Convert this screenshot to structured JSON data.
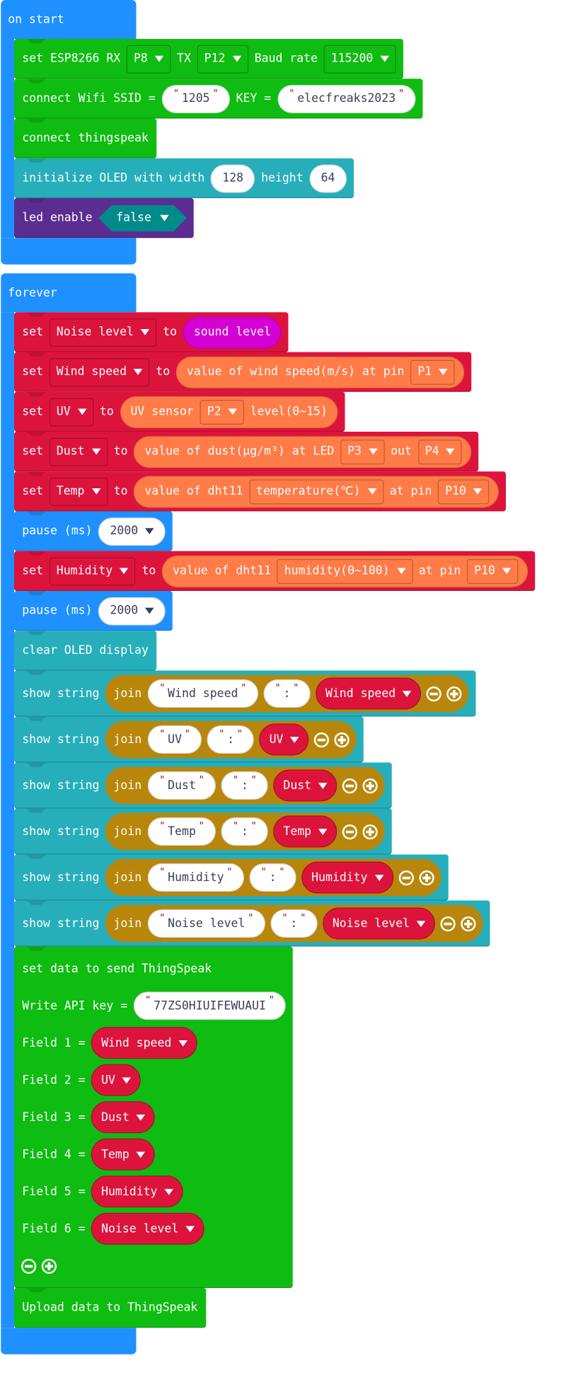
{
  "colors": {
    "event": "#1e90ff",
    "green": "#0fbc11",
    "oled": "#26aebb",
    "purple": "#5c2d91",
    "variables": "#dc143c",
    "sensor": "#ff7b47",
    "sound": "#d400d4",
    "join": "#b8860b",
    "pause": "#1e90ff"
  },
  "scripts": [
    {
      "label": "on start",
      "blocks": [
        {
          "c": "green",
          "rows": [
            [
              {
                "t": "text",
                "v": "set ESP8266 RX"
              },
              {
                "t": "dd",
                "v": "P8"
              },
              {
                "t": "text",
                "v": "TX"
              },
              {
                "t": "dd",
                "v": "P12"
              },
              {
                "t": "text",
                "v": "Baud rate"
              },
              {
                "t": "dd",
                "v": "115200"
              }
            ]
          ]
        },
        {
          "c": "green",
          "rows": [
            [
              {
                "t": "text",
                "v": "connect Wifi SSID ="
              },
              {
                "t": "str",
                "v": "1205"
              },
              {
                "t": "text",
                "v": "KEY ="
              },
              {
                "t": "str",
                "v": "elecfreaks2023"
              }
            ]
          ]
        },
        {
          "c": "green",
          "rows": [
            [
              {
                "t": "text",
                "v": "connect thingspeak"
              }
            ]
          ]
        },
        {
          "c": "oled",
          "rows": [
            [
              {
                "t": "text",
                "v": "initialize OLED with width"
              },
              {
                "t": "num",
                "v": "128"
              },
              {
                "t": "text",
                "v": "height"
              },
              {
                "t": "num",
                "v": "64"
              }
            ]
          ]
        },
        {
          "c": "purple",
          "rows": [
            [
              {
                "t": "text",
                "v": "led enable"
              },
              {
                "t": "hex",
                "v": "false"
              }
            ]
          ]
        }
      ]
    },
    {
      "label": "forever",
      "blocks": [
        {
          "c": "variables",
          "rows": [
            [
              {
                "t": "text",
                "v": "set"
              },
              {
                "t": "dd",
                "v": "Noise level"
              },
              {
                "t": "text",
                "v": "to"
              },
              {
                "t": "rep",
                "c": "sound",
                "parts": [
                  {
                    "t": "text",
                    "v": "sound level"
                  }
                ]
              }
            ]
          ]
        },
        {
          "c": "variables",
          "rows": [
            [
              {
                "t": "text",
                "v": "set"
              },
              {
                "t": "dd",
                "v": "Wind speed"
              },
              {
                "t": "text",
                "v": "to"
              },
              {
                "t": "rep",
                "c": "sensor",
                "parts": [
                  {
                    "t": "text",
                    "v": "value of wind speed(m/s) at pin"
                  },
                  {
                    "t": "dd",
                    "v": "P1"
                  }
                ]
              }
            ]
          ]
        },
        {
          "c": "variables",
          "rows": [
            [
              {
                "t": "text",
                "v": "set"
              },
              {
                "t": "dd",
                "v": "UV"
              },
              {
                "t": "text",
                "v": "to"
              },
              {
                "t": "rep",
                "c": "sensor",
                "parts": [
                  {
                    "t": "text",
                    "v": "UV sensor"
                  },
                  {
                    "t": "dd",
                    "v": "P2"
                  },
                  {
                    "t": "text",
                    "v": "level(0~15)"
                  }
                ]
              }
            ]
          ]
        },
        {
          "c": "variables",
          "rows": [
            [
              {
                "t": "text",
                "v": "set"
              },
              {
                "t": "dd",
                "v": "Dust"
              },
              {
                "t": "text",
                "v": "to"
              },
              {
                "t": "rep",
                "c": "sensor",
                "parts": [
                  {
                    "t": "text",
                    "v": "value of dust(µg/m³) at LED"
                  },
                  {
                    "t": "dd",
                    "v": "P3"
                  },
                  {
                    "t": "text",
                    "v": "out"
                  },
                  {
                    "t": "dd",
                    "v": "P4"
                  }
                ]
              }
            ]
          ]
        },
        {
          "c": "variables",
          "rows": [
            [
              {
                "t": "text",
                "v": "set"
              },
              {
                "t": "dd",
                "v": "Temp"
              },
              {
                "t": "text",
                "v": "to"
              },
              {
                "t": "rep",
                "c": "sensor",
                "parts": [
                  {
                    "t": "text",
                    "v": "value of dht11"
                  },
                  {
                    "t": "dd",
                    "v": "temperature(℃)"
                  },
                  {
                    "t": "text",
                    "v": "at pin"
                  },
                  {
                    "t": "dd",
                    "v": "P10"
                  }
                ]
              }
            ]
          ]
        },
        {
          "c": "pause",
          "rows": [
            [
              {
                "t": "text",
                "v": "pause (ms)"
              },
              {
                "t": "numdd",
                "v": "2000"
              }
            ]
          ]
        },
        {
          "c": "variables",
          "rows": [
            [
              {
                "t": "text",
                "v": "set"
              },
              {
                "t": "dd",
                "v": "Humidity"
              },
              {
                "t": "text",
                "v": "to"
              },
              {
                "t": "rep",
                "c": "sensor",
                "parts": [
                  {
                    "t": "text",
                    "v": "value of dht11"
                  },
                  {
                    "t": "dd",
                    "v": "humidity(0~100)"
                  },
                  {
                    "t": "text",
                    "v": "at pin"
                  },
                  {
                    "t": "dd",
                    "v": "P10"
                  }
                ]
              }
            ]
          ]
        },
        {
          "c": "pause",
          "rows": [
            [
              {
                "t": "text",
                "v": "pause (ms)"
              },
              {
                "t": "numdd",
                "v": "2000"
              }
            ]
          ]
        },
        {
          "c": "oled",
          "rows": [
            [
              {
                "t": "text",
                "v": "clear OLED display"
              }
            ]
          ]
        },
        {
          "c": "oled",
          "rows": [
            [
              {
                "t": "text",
                "v": "show string"
              },
              {
                "t": "join",
                "parts": [
                  {
                    "t": "text",
                    "v": "join"
                  },
                  {
                    "t": "str",
                    "v": "Wind speed"
                  },
                  {
                    "t": "str",
                    "v": ":"
                  },
                  {
                    "t": "var",
                    "v": "Wind speed"
                  },
                  {
                    "t": "minus"
                  },
                  {
                    "t": "plus"
                  }
                ]
              }
            ]
          ]
        },
        {
          "c": "oled",
          "rows": [
            [
              {
                "t": "text",
                "v": "show string"
              },
              {
                "t": "join",
                "parts": [
                  {
                    "t": "text",
                    "v": "join"
                  },
                  {
                    "t": "str",
                    "v": "UV"
                  },
                  {
                    "t": "str",
                    "v": ":"
                  },
                  {
                    "t": "var",
                    "v": "UV"
                  },
                  {
                    "t": "minus"
                  },
                  {
                    "t": "plus"
                  }
                ]
              }
            ]
          ]
        },
        {
          "c": "oled",
          "rows": [
            [
              {
                "t": "text",
                "v": "show string"
              },
              {
                "t": "join",
                "parts": [
                  {
                    "t": "text",
                    "v": "join"
                  },
                  {
                    "t": "str",
                    "v": "Dust"
                  },
                  {
                    "t": "str",
                    "v": ":"
                  },
                  {
                    "t": "var",
                    "v": "Dust"
                  },
                  {
                    "t": "minus"
                  },
                  {
                    "t": "plus"
                  }
                ]
              }
            ]
          ]
        },
        {
          "c": "oled",
          "rows": [
            [
              {
                "t": "text",
                "v": "show string"
              },
              {
                "t": "join",
                "parts": [
                  {
                    "t": "text",
                    "v": "join"
                  },
                  {
                    "t": "str",
                    "v": "Temp"
                  },
                  {
                    "t": "str",
                    "v": ":"
                  },
                  {
                    "t": "var",
                    "v": "Temp"
                  },
                  {
                    "t": "minus"
                  },
                  {
                    "t": "plus"
                  }
                ]
              }
            ]
          ]
        },
        {
          "c": "oled",
          "rows": [
            [
              {
                "t": "text",
                "v": "show string"
              },
              {
                "t": "join",
                "parts": [
                  {
                    "t": "text",
                    "v": "join"
                  },
                  {
                    "t": "str",
                    "v": "Humidity"
                  },
                  {
                    "t": "str",
                    "v": ":"
                  },
                  {
                    "t": "var",
                    "v": "Humidity"
                  },
                  {
                    "t": "minus"
                  },
                  {
                    "t": "plus"
                  }
                ]
              }
            ]
          ]
        },
        {
          "c": "oled",
          "rows": [
            [
              {
                "t": "text",
                "v": "show string"
              },
              {
                "t": "join",
                "parts": [
                  {
                    "t": "text",
                    "v": "join"
                  },
                  {
                    "t": "str",
                    "v": "Noise level"
                  },
                  {
                    "t": "str",
                    "v": ":"
                  },
                  {
                    "t": "var",
                    "v": "Noise level"
                  },
                  {
                    "t": "minus"
                  },
                  {
                    "t": "plus"
                  }
                ]
              }
            ]
          ]
        },
        {
          "c": "green",
          "rows": [
            [
              {
                "t": "text",
                "v": "set data to send ThingSpeak"
              }
            ],
            [
              {
                "t": "text",
                "v": "Write API key ="
              },
              {
                "t": "str",
                "v": "77ZS0HIUIFEWUAUI"
              }
            ],
            [
              {
                "t": "text",
                "v": "Field 1 ="
              },
              {
                "t": "var",
                "v": "Wind speed"
              }
            ],
            [
              {
                "t": "text",
                "v": "Field 2 ="
              },
              {
                "t": "var",
                "v": "UV"
              }
            ],
            [
              {
                "t": "text",
                "v": "Field 3 ="
              },
              {
                "t": "var",
                "v": "Dust"
              }
            ],
            [
              {
                "t": "text",
                "v": "Field 4 ="
              },
              {
                "t": "var",
                "v": "Temp"
              }
            ],
            [
              {
                "t": "text",
                "v": "Field 5 ="
              },
              {
                "t": "var",
                "v": "Humidity"
              }
            ],
            [
              {
                "t": "text",
                "v": "Field 6 ="
              },
              {
                "t": "var",
                "v": "Noise level"
              }
            ],
            [
              {
                "t": "minus"
              },
              {
                "t": "plus"
              }
            ]
          ]
        },
        {
          "c": "green",
          "rows": [
            [
              {
                "t": "text",
                "v": "Upload data to ThingSpeak"
              }
            ]
          ]
        }
      ]
    }
  ]
}
